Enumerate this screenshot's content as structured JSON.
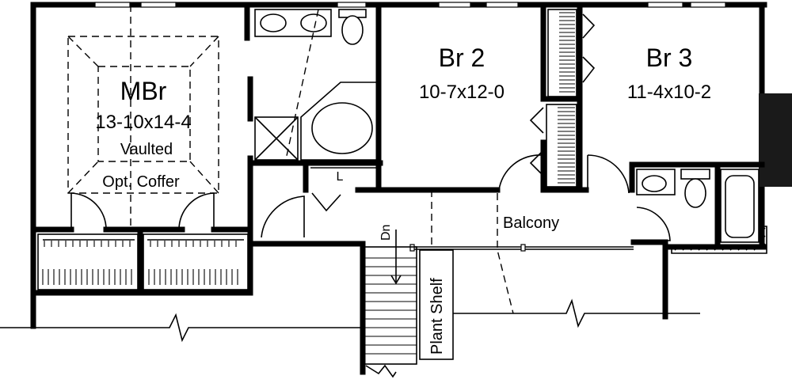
{
  "rooms": {
    "mbr": {
      "name": "MBr",
      "dimensions": "13-10x14-4",
      "note": "Vaulted",
      "option": "Opt. Coffer"
    },
    "br2": {
      "name": "Br 2",
      "dimensions": "10-7x12-0"
    },
    "br3": {
      "name": "Br 3",
      "dimensions": "11-4x10-2"
    }
  },
  "labels": {
    "balcony": "Balcony",
    "plant_shelf": "Plant Shelf",
    "stair_down": "Dn",
    "linen": "L"
  }
}
